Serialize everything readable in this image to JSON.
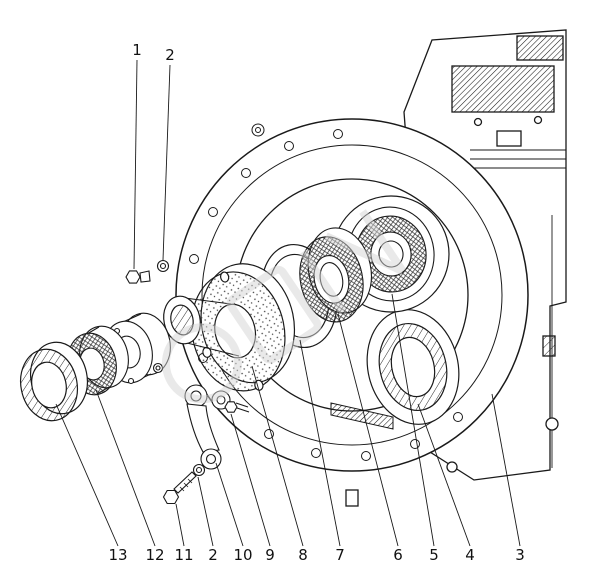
{
  "diagram": {
    "top_callouts": [
      {
        "label": "1"
      },
      {
        "label": "2"
      }
    ],
    "bottom_callouts": [
      {
        "label": "13"
      },
      {
        "label": "12"
      },
      {
        "label": "11"
      },
      {
        "label": "2"
      },
      {
        "label": "10"
      },
      {
        "label": "9"
      },
      {
        "label": "8"
      },
      {
        "label": "7"
      },
      {
        "label": "6"
      },
      {
        "label": "5"
      },
      {
        "label": "4"
      },
      {
        "label": "3"
      }
    ]
  }
}
